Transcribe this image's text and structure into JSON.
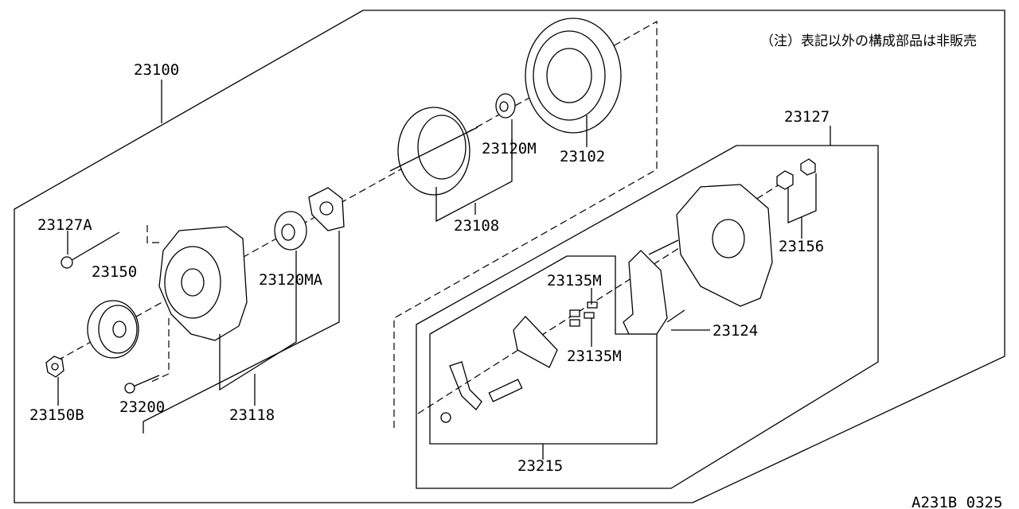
{
  "note": "（注）表記以外の構成部品は非販売",
  "diagram_code": "A231B 0325",
  "labels": {
    "p23100": "23100",
    "p23127": "23127",
    "p23127A": "23127A",
    "p23150": "23150",
    "p23150B": "23150B",
    "p23200": "23200",
    "p23118": "23118",
    "p23120MA": "23120MA",
    "p23120M": "23120M",
    "p23102": "23102",
    "p23108": "23108",
    "p23156": "23156",
    "p23124": "23124",
    "p23135M_a": "23135M",
    "p23135M_b": "23135M",
    "p23215": "23215"
  }
}
